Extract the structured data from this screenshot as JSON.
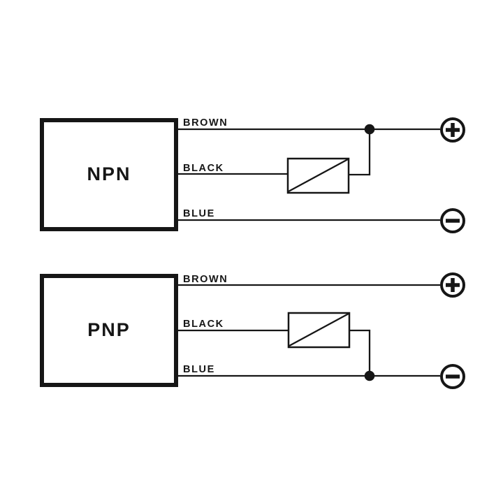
{
  "canvas": {
    "background": "#ffffff",
    "line_color": "#161616"
  },
  "icons": {
    "positive_terminal": "plus-in-circle",
    "negative_terminal": "minus-in-circle",
    "load_symbol": "rectangle-with-diagonal",
    "junction": "filled-dot"
  },
  "terminal_symbols": {
    "positive": "+",
    "negative": "−"
  },
  "circuits": [
    {
      "type_label": "NPN",
      "wires": [
        {
          "label": "BROWN",
          "terminal": "+"
        },
        {
          "label": "BLACK",
          "component": "load"
        },
        {
          "label": "BLUE",
          "terminal": "−"
        }
      ]
    },
    {
      "type_label": "PNP",
      "wires": [
        {
          "label": "BROWN",
          "terminal": "+"
        },
        {
          "label": "BLACK",
          "component": "load"
        },
        {
          "label": "BLUE",
          "terminal": "−"
        }
      ]
    }
  ]
}
